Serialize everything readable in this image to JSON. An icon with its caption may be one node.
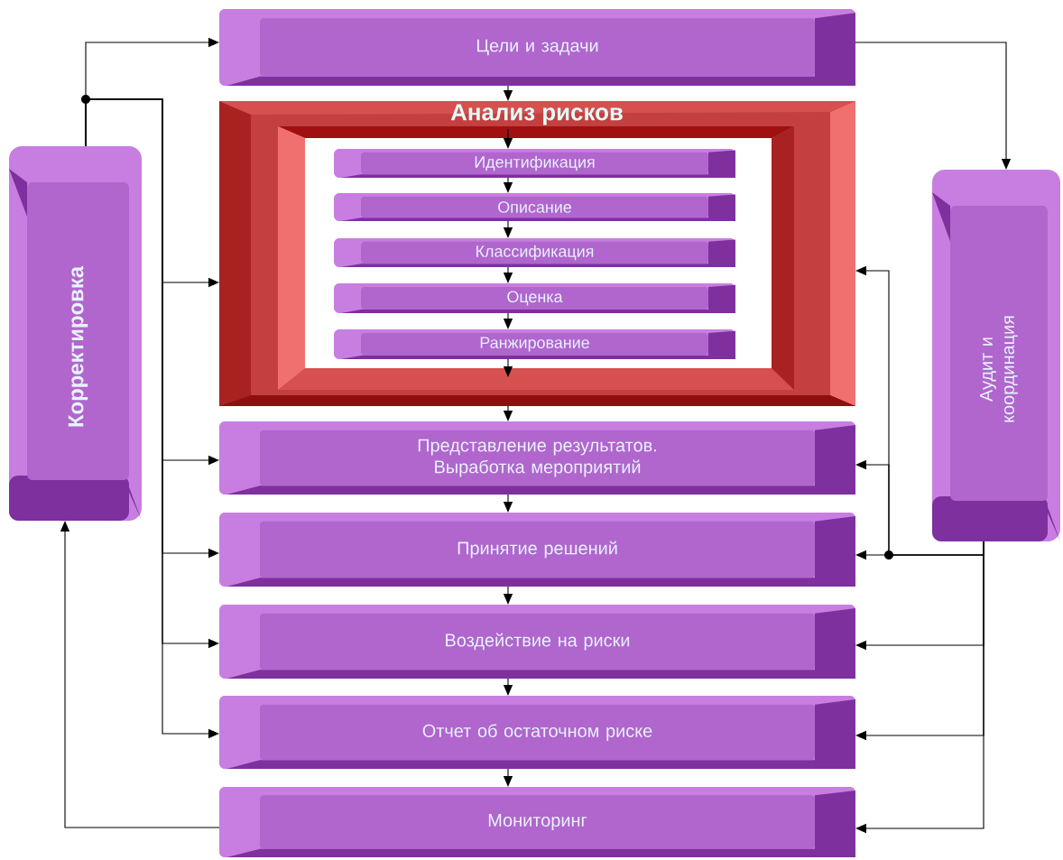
{
  "diagram": {
    "nodes": [
      {
        "text": [
          "Цели и задачи"
        ]
      },
      {
        "text": [
          "Анализ рисков"
        ]
      },
      {
        "text": [
          "Идентификация"
        ],
        "in": 1
      },
      {
        "text": [
          "Описание"
        ],
        "in": 1
      },
      {
        "text": [
          "Классификация"
        ],
        "in": 1
      },
      {
        "text": [
          "Оценка"
        ],
        "in": 1
      },
      {
        "text": [
          "Ранжирование"
        ],
        "in": 1
      },
      {
        "text": [
          "Представление результатов. Выработка мероприятий"
        ]
      },
      {
        "text": [
          "Принятие решений"
        ]
      },
      {
        "text": [
          "Воздействие на риски"
        ]
      },
      {
        "text": [
          "Отчет об остаточном риске"
        ]
      },
      {
        "text": [
          "Мониторинг"
        ]
      },
      {
        "text": [
          "Корректировка"
        ]
      },
      {
        "text": [
          "Аудит и координация"
        ]
      }
    ],
    "edges": [
      {
        "from": 0,
        "to": 1,
        "arrow": "to"
      },
      {
        "from": null,
        "to": 2,
        "arrow": "to"
      },
      {
        "from": 2,
        "to": 3,
        "arrow": "to"
      },
      {
        "from": 3,
        "to": 4,
        "arrow": "to"
      },
      {
        "from": 4,
        "to": 5,
        "arrow": "to"
      },
      {
        "from": 5,
        "to": 6,
        "arrow": "to"
      },
      {
        "from": 6,
        "to": null,
        "arrow": "to"
      },
      {
        "from": 1,
        "to": 7,
        "arrow": "to"
      },
      {
        "from": 7,
        "to": 8,
        "arrow": "to"
      },
      {
        "from": 8,
        "to": 9,
        "arrow": "to"
      },
      {
        "from": 9,
        "to": 10,
        "arrow": "to"
      },
      {
        "from": 10,
        "to": 11,
        "arrow": "to"
      },
      {
        "from": 0,
        "to": 13,
        "arrow": "to"
      },
      {
        "from": 12,
        "to": 0,
        "arrow": "to"
      },
      {
        "from": 12,
        "to": 1,
        "arrow": "to"
      },
      {
        "from": 12,
        "to": 7,
        "arrow": "to"
      },
      {
        "from": 12,
        "to": 8,
        "arrow": "to"
      },
      {
        "from": 12,
        "to": 9,
        "arrow": "to"
      },
      {
        "from": 12,
        "to": 10,
        "arrow": "to"
      },
      {
        "from": 11,
        "to": 12,
        "arrow": "to"
      },
      {
        "from": 13,
        "to": 1,
        "arrow": "to"
      },
      {
        "from": 13,
        "to": 7,
        "arrow": "to"
      },
      {
        "from": 13,
        "to": 8,
        "arrow": "to"
      },
      {
        "from": 13,
        "to": 9,
        "arrow": "to"
      },
      {
        "from": 13,
        "to": 10,
        "arrow": "to"
      },
      {
        "from": 13,
        "to": 11,
        "arrow": "to"
      }
    ]
  }
}
